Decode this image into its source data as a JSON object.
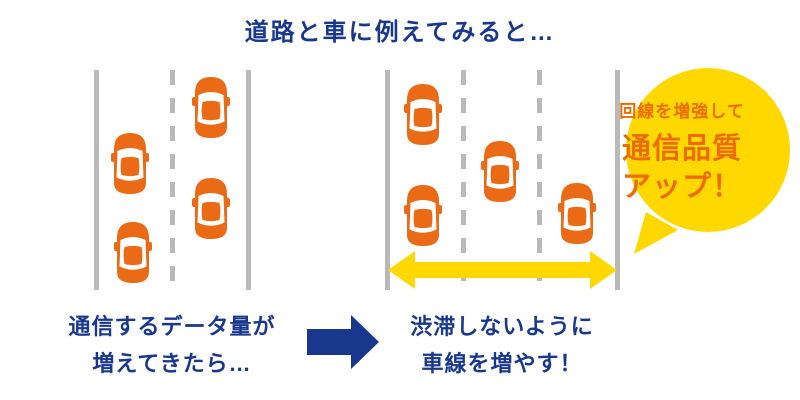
{
  "title": "道路と車に例えてみると…",
  "left_panel": {
    "caption_line1": "通信するデータ量が",
    "caption_line2": "増えてきたら…",
    "lanes": 2,
    "cars": 4
  },
  "right_panel": {
    "caption_line1": "渋滞しないように",
    "caption_line2": "車線を増やす！",
    "lanes": 3,
    "cars": 4
  },
  "bubble": {
    "line1": "回線を増強して",
    "line2": "通信品質",
    "line3": "アップ！"
  },
  "colors": {
    "text_blue": "#19388d",
    "car_orange": "#ea6a15",
    "bubble_yellow": "#ffd800",
    "bubble_text_orange": "#ed6c00",
    "road_gray": "#b9b9b9"
  }
}
